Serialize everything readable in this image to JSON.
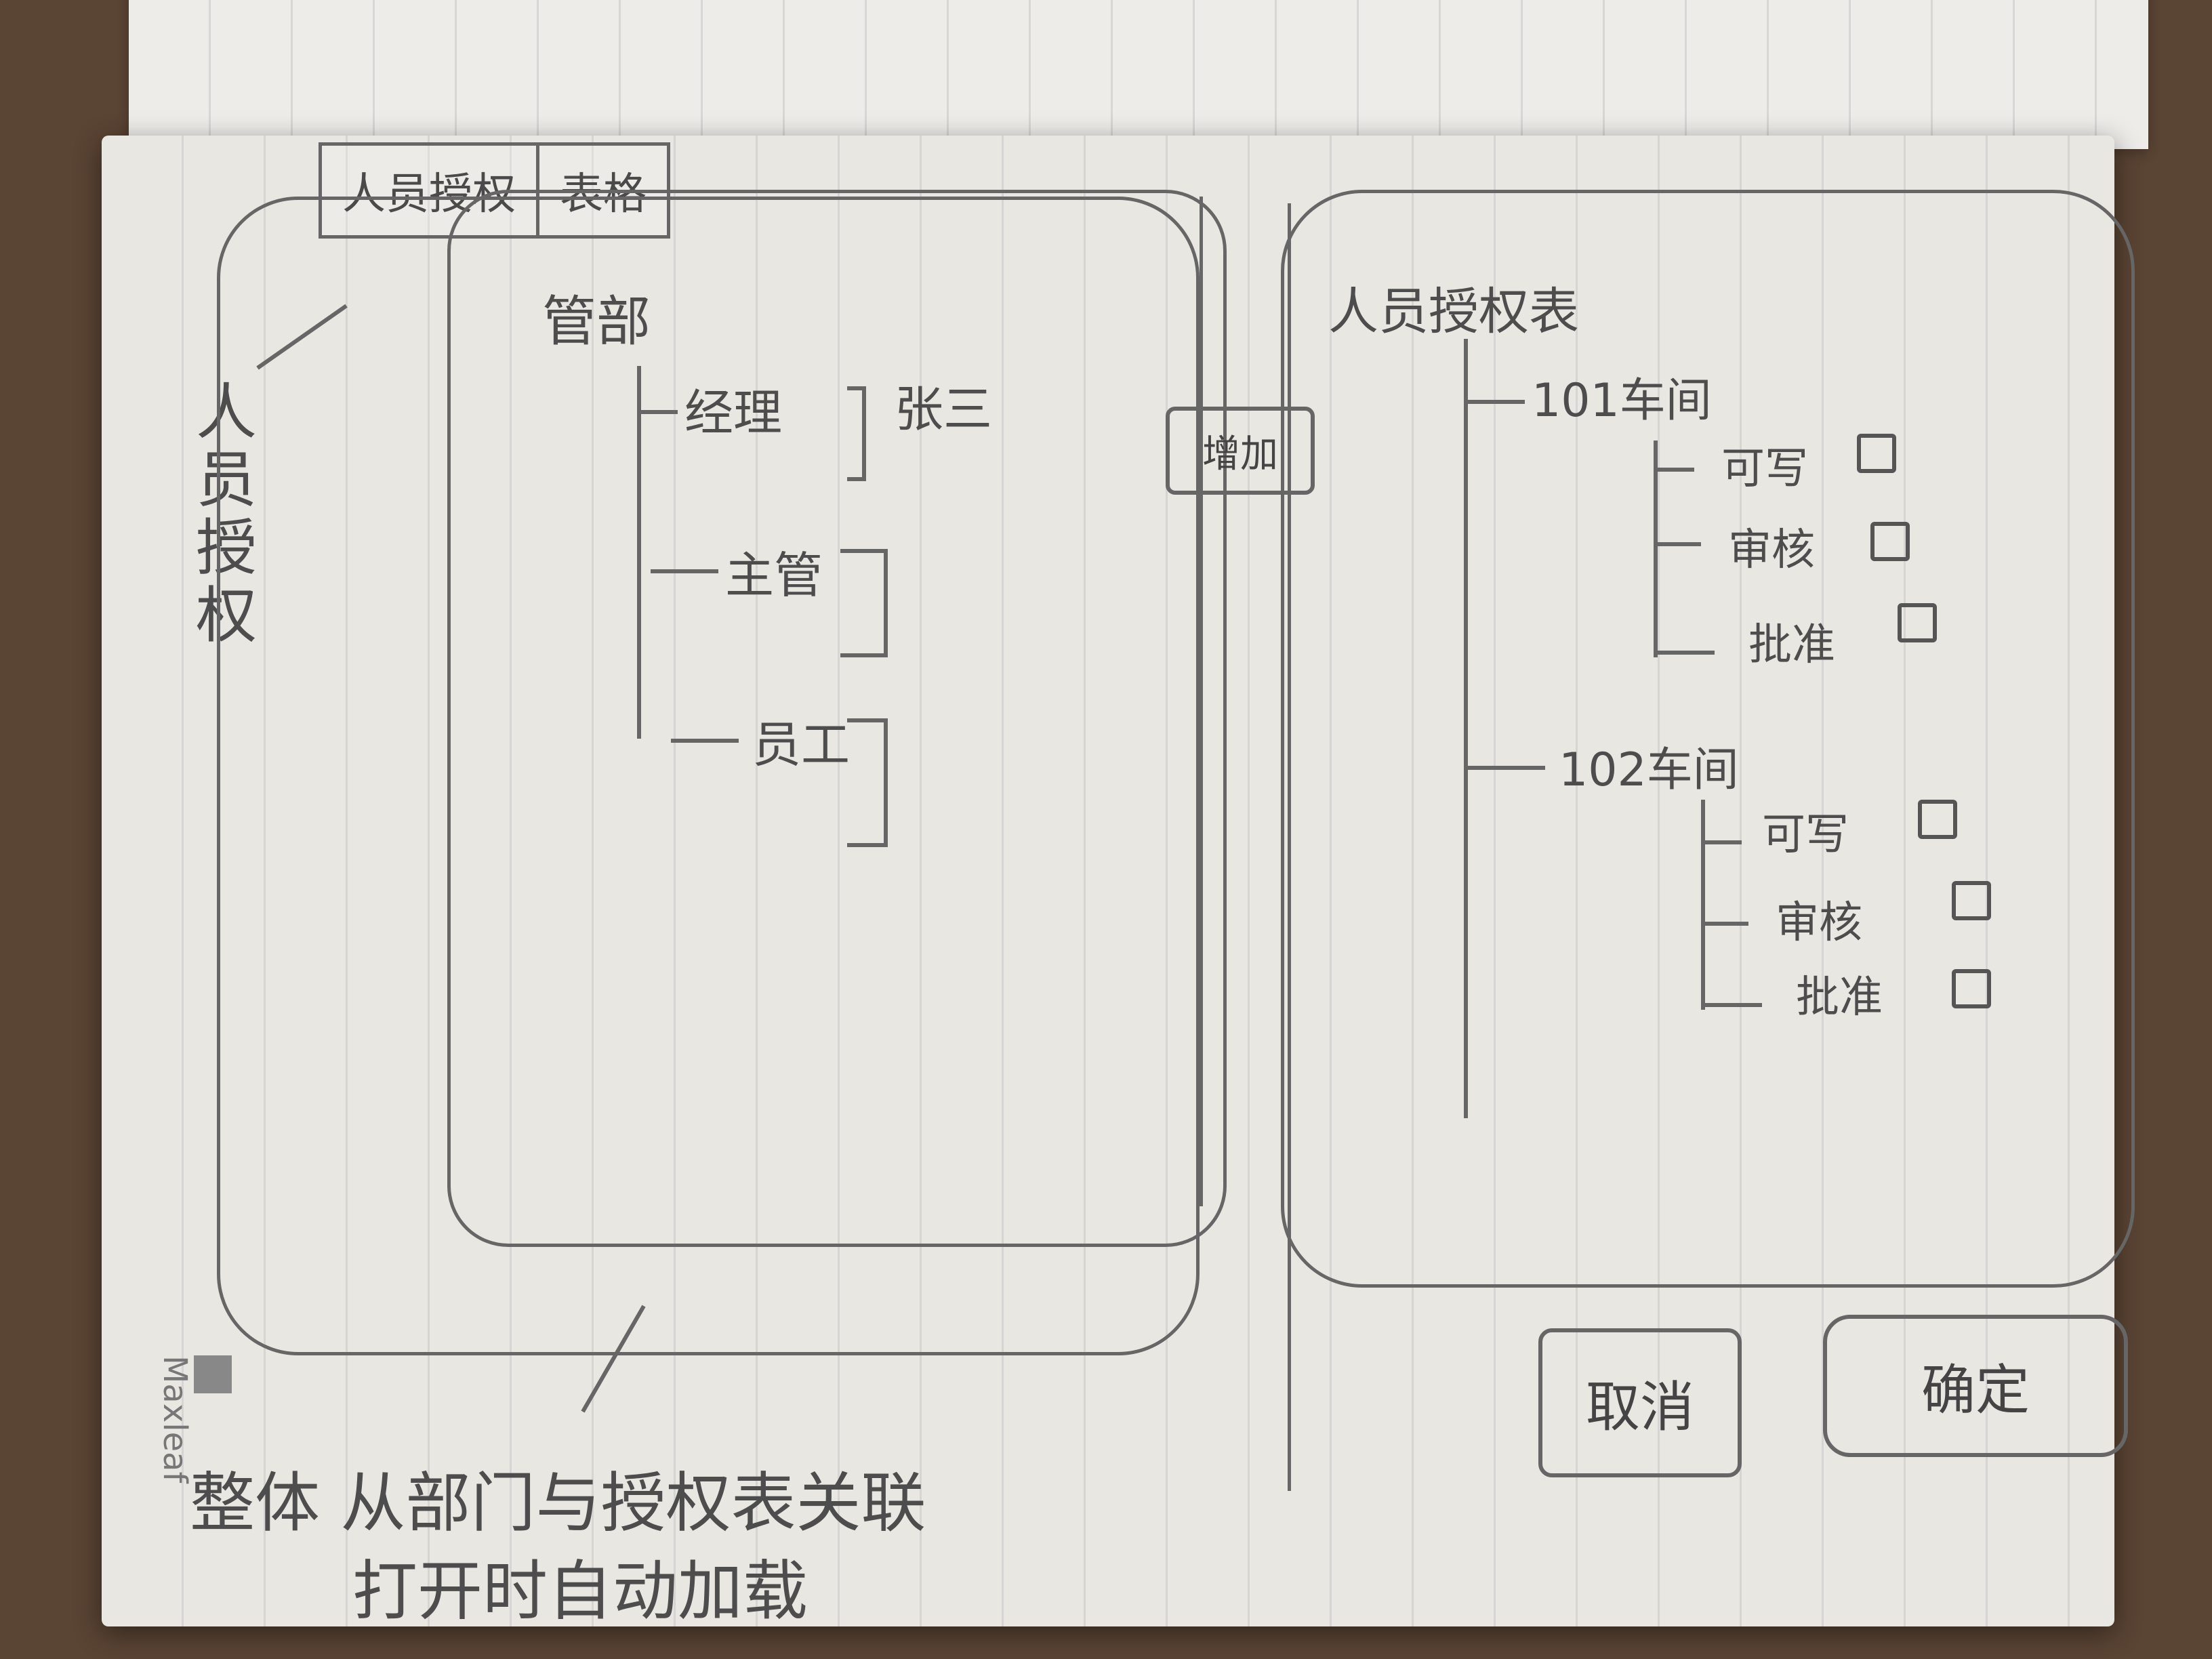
{
  "tabs": [
    {
      "label": "人员授权"
    },
    {
      "label": "表格"
    }
  ],
  "side_note": "人员授权",
  "left_tree": {
    "root": "管部",
    "children": [
      {
        "label": "经理",
        "member": "张三"
      },
      {
        "label": "主管"
      },
      {
        "label": "员工"
      }
    ]
  },
  "add_button": "增加",
  "right_tree": {
    "root": "人员授权表",
    "groups": [
      {
        "label": "101车间",
        "items": [
          "可写",
          "审核",
          "批准"
        ]
      },
      {
        "label": "102车间",
        "items": [
          "可写",
          "审核",
          "批准"
        ]
      }
    ]
  },
  "buttons": {
    "cancel": "取消",
    "confirm": "确定"
  },
  "bottom_notes": {
    "line1": "整体 从部门与授权表关联",
    "line2": "打开时自动加载"
  },
  "watermark": "Maxleaf"
}
